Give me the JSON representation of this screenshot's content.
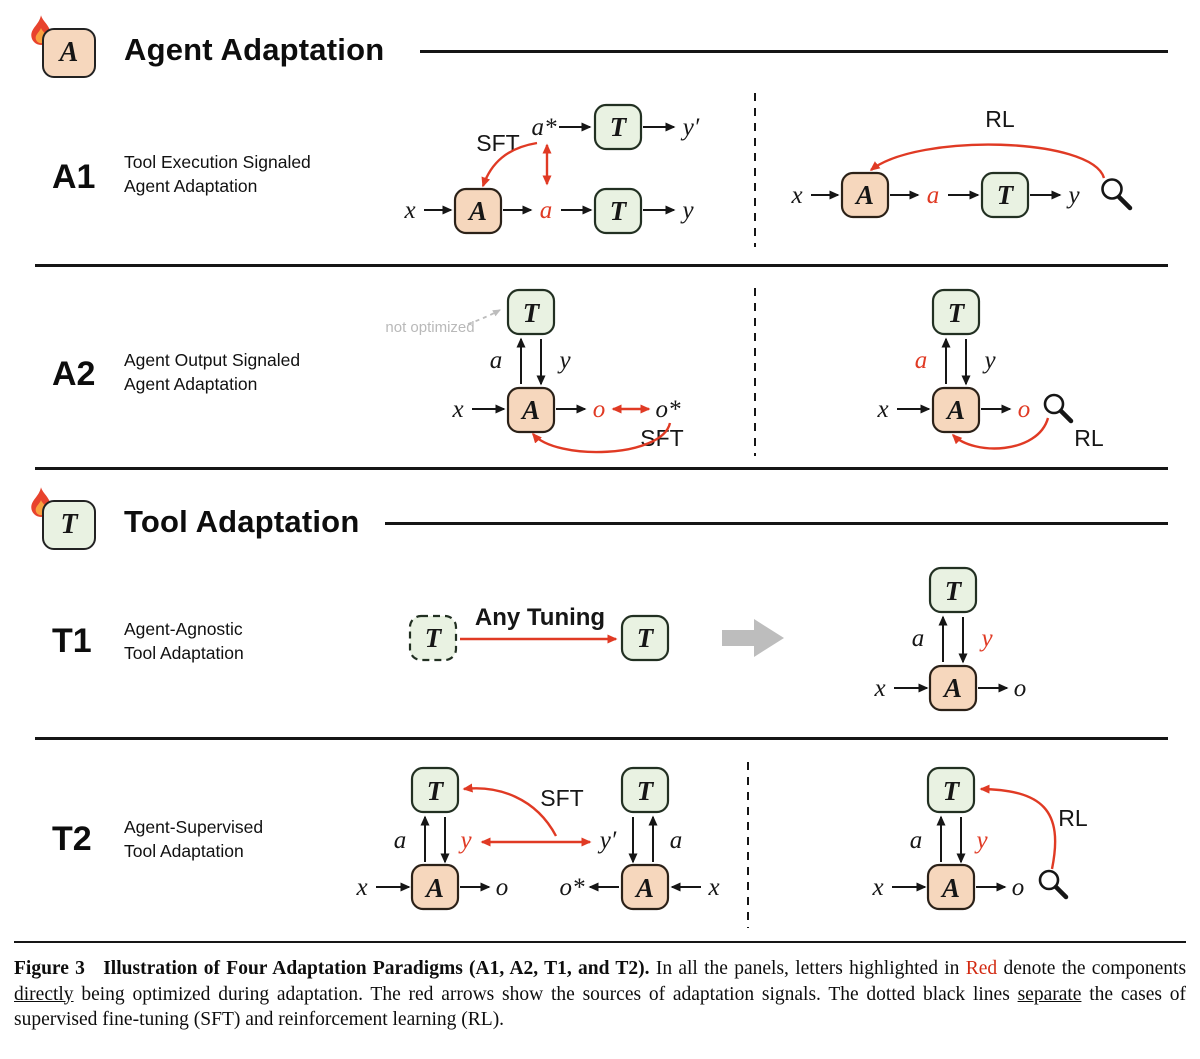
{
  "colors": {
    "red": "#e03a24",
    "agent_fill": "#f6d7bd",
    "tool_fill": "#e9f2e2",
    "stroke": "#161616",
    "gray": "#bdbdbd"
  },
  "symbols": {
    "x": "x",
    "a": "a",
    "y": "y",
    "o": "o",
    "agent": "A",
    "tool": "T",
    "a_star": "a*",
    "o_star": "o*",
    "y_prime": "y′",
    "sft": "SFT",
    "rl": "RL",
    "any_tuning": "Any Tuning",
    "not_optimized": "not optimized"
  },
  "sections": {
    "agent": {
      "title": "Agent Adaptation"
    },
    "tool": {
      "title": "Tool Adaptation"
    }
  },
  "rows": {
    "a1": {
      "label": "A1",
      "desc1": "Tool Execution Signaled",
      "desc2": "Agent Adaptation"
    },
    "a2": {
      "label": "A2",
      "desc1": "Agent Output Signaled",
      "desc2": "Agent Adaptation"
    },
    "t1": {
      "label": "T1",
      "desc1": "Agent-Agnostic",
      "desc2": "Tool Adaptation"
    },
    "t2": {
      "label": "T2",
      "desc1": "Agent-Supervised",
      "desc2": "Tool Adaptation"
    }
  },
  "caption": {
    "figure_label": "Figure 3",
    "title_bold": "Illustration of Four Adaptation Paradigms (A1, A2, T1, and T2).",
    "seg1": "In all the panels, letters highlighted in",
    "red_word": "Red",
    "seg2": "denote the components",
    "underlined1": "directly",
    "seg3": "being optimized during adaptation. The red arrows show the sources of adaptation signals. The dotted black lines",
    "underlined2": "separate",
    "seg4": "the cases of supervised fine-tuning (SFT) and reinforcement learning (RL)."
  }
}
